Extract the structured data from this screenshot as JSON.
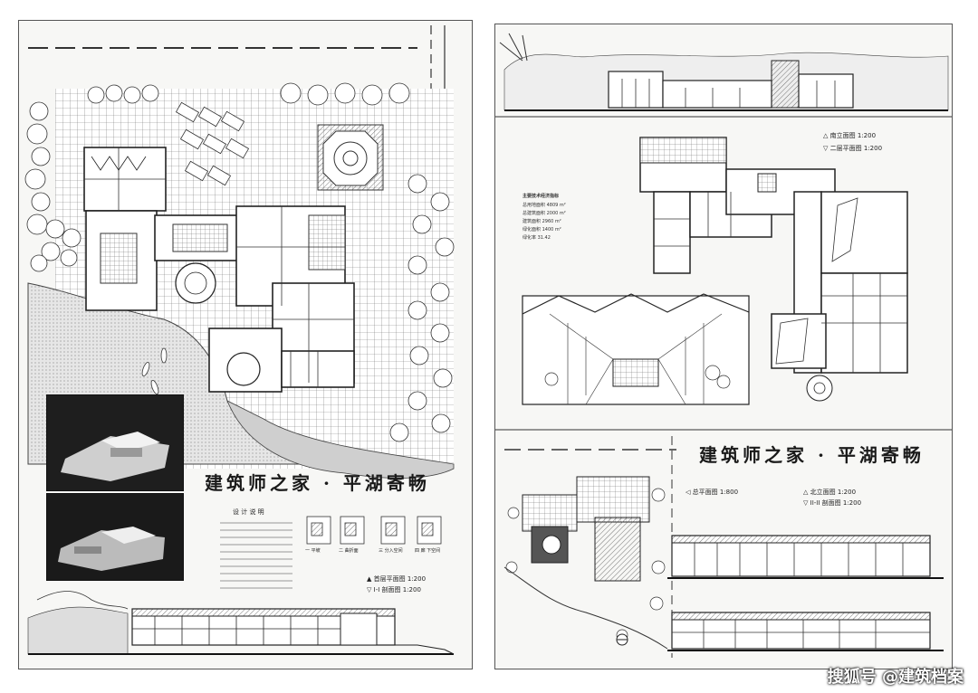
{
  "left_sheet": {
    "title": "建筑师之家 · 平湖寄畅",
    "design_notes_heading": "设 计 说 明",
    "diagram_captions": [
      "一 平坡",
      "二 曲折面",
      "三 分入空间",
      "四 廊 下空间"
    ],
    "legend": [
      {
        "marker": "▲",
        "label": "首层平面图",
        "scale": "1:200"
      },
      {
        "marker": "▽",
        "label": "I-I 剖面图",
        "scale": "1:200"
      }
    ]
  },
  "right_sheet": {
    "title": "建筑师之家 · 平湖寄畅",
    "top_legend": [
      {
        "marker": "△",
        "label": "南立面图",
        "scale": "1:200"
      },
      {
        "marker": "▽",
        "label": "二层平面图",
        "scale": "1:200"
      }
    ],
    "stats_heading": "主要技术经济指标",
    "stats": [
      {
        "label": "总用地面积",
        "value": "4809 m²"
      },
      {
        "label": "总建筑面积",
        "value": "2000 m²"
      },
      {
        "label": "建筑面积",
        "value": "2960 m²"
      },
      {
        "label": "绿化面积",
        "value": "1400 m²"
      },
      {
        "label": "绿化率",
        "value": "31.42"
      }
    ],
    "site_legend": {
      "marker": "◁",
      "label": "总平面图",
      "scale": "1:800"
    },
    "bottom_legend": [
      {
        "marker": "△",
        "label": "北立面图",
        "scale": "1:200"
      },
      {
        "marker": "▽",
        "label": "II-II 剖面图",
        "scale": "1:200"
      }
    ]
  },
  "watermark": "搜狐号 @建筑档案"
}
